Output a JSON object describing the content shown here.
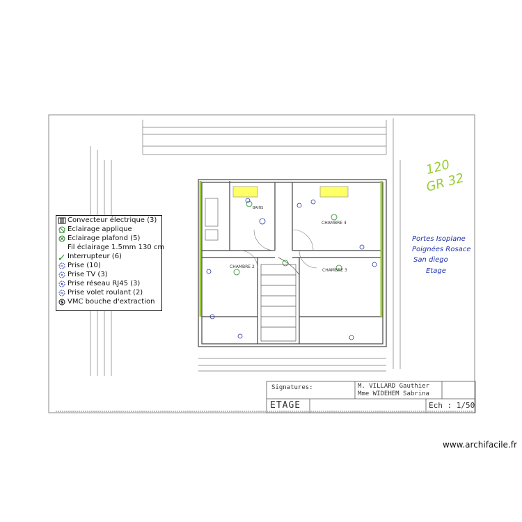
{
  "legend": {
    "items": [
      {
        "label": "Convecteur électrique (3)",
        "icon": "convector-icon"
      },
      {
        "label": "Eclairage applique",
        "icon": "wall-light-icon"
      },
      {
        "label": "Eclairage plafond (5)",
        "icon": "ceiling-light-icon"
      },
      {
        "label": "Fil éclairage 1.5mm 130 cm",
        "icon": "none"
      },
      {
        "label": "Interrupteur (6)",
        "icon": "switch-icon"
      },
      {
        "label": "Prise (10)",
        "icon": "outlet-icon"
      },
      {
        "label": "Prise TV (3)",
        "icon": "tv-outlet-icon"
      },
      {
        "label": "Prise réseau RJ45 (3)",
        "icon": "rj45-outlet-icon"
      },
      {
        "label": "Prise volet roulant (2)",
        "icon": "shutter-outlet-icon"
      },
      {
        "label": "VMC bouche d'extraction",
        "icon": "vmc-icon"
      }
    ]
  },
  "rooms": {
    "chambre4": "CHAMBRE 4",
    "chambre2": "CHAMBRE 2",
    "chambre3": "CHAMBRE 3",
    "bains": "BAINS"
  },
  "annotations": {
    "hand_top": "120",
    "hand_top2": "GR 32",
    "notes": [
      "Portes Isoplane",
      "Poignées Rosace",
      "San diego",
      "Etage"
    ]
  },
  "titleblock": {
    "signatures": "Signatures:",
    "owner1": "M. VILLARD Gauthier",
    "owner2": "Mme WIDEHEM Sabrina",
    "level": "ETAGE",
    "scale": "Ech : 1/50"
  },
  "watermark": "www.archifacile.fr",
  "colors": {
    "line": "#555555",
    "accent_green": "#99cc33",
    "legend_green": "#2e8b2e",
    "legend_blue": "#2233aa",
    "ink": "#111111"
  }
}
